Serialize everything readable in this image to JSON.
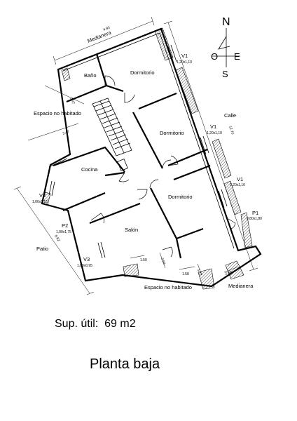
{
  "plan": {
    "rooms": {
      "bano": "Baño",
      "dormitorio_1": "Dormitorio",
      "dormitorio_2": "Dormitorio",
      "dormitorio_3": "Dormitorio",
      "cocina": "Cocina",
      "salon": "Salón"
    },
    "surroundings": {
      "medianera_top": "Medianera",
      "medianera_bottom": "Medianera",
      "espacio_left": "Espacio no habitado",
      "espacio_bottom": "Espacio no habitado",
      "calle": "Calle",
      "patio": "Patio"
    },
    "openings": [
      {
        "code": "V1",
        "size": "1,20x1,10"
      },
      {
        "code": "V1",
        "size": "1,20x1,10"
      },
      {
        "code": "V1",
        "size": "1,20x1,10"
      },
      {
        "code": "V2",
        "size": "1,00x1,15"
      },
      {
        "code": "P2",
        "size": "1,00x1,75"
      },
      {
        "code": "V3",
        "size": "1,00x0,95"
      },
      {
        "code": "P1",
        "size": "0,80x1,80"
      }
    ],
    "dimensions": {
      "top": "4.93",
      "right": "12.70",
      "left_upper": "3.47",
      "left_lower": "3.47",
      "patio": "8.82",
      "bottom_a": "1.50",
      "bottom_b": "2.94",
      "bottom_c": "1.58",
      "bottom_d": "1.77",
      "bottom_e": "2.86"
    },
    "compass": {
      "n": "N",
      "s": "S",
      "e": "E",
      "o": "O"
    }
  },
  "summary": {
    "area_label": "Sup. útil:",
    "area_value": "69 m2",
    "floor_title": "Planta baja"
  }
}
